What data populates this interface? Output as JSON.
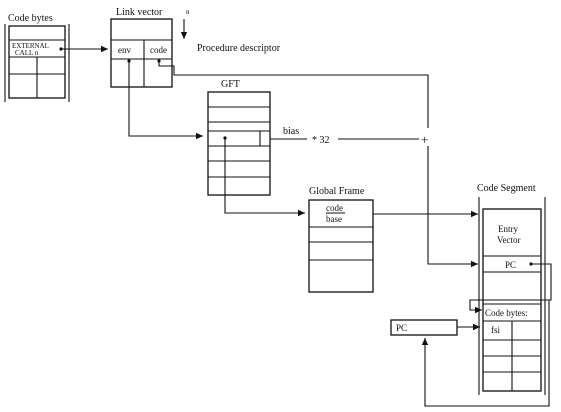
{
  "labels": {
    "code_bytes_title": "Code bytes",
    "external_call_line1": "EXTERNAL",
    "external_call_line2": "CALL n",
    "link_vector_title": "Link vector",
    "link_vector_n": "n",
    "link_entry_env": "env",
    "link_entry_code": "code",
    "procedure_descriptor": "Procedure descriptor",
    "gft_title": "GFT",
    "bias_label": "bias",
    "multiply_label": "* 32",
    "plus_label": "+",
    "global_frame_title": "Global Frame",
    "global_frame_code": "code",
    "global_frame_base": "base",
    "code_segment_title": "Code Segment",
    "entry_vector_line1": "Entry",
    "entry_vector_line2": "Vector",
    "segment_pc": "PC",
    "segment_code_bytes": "Code bytes:",
    "segment_fsi": "fsi",
    "pc_register": "PC"
  }
}
